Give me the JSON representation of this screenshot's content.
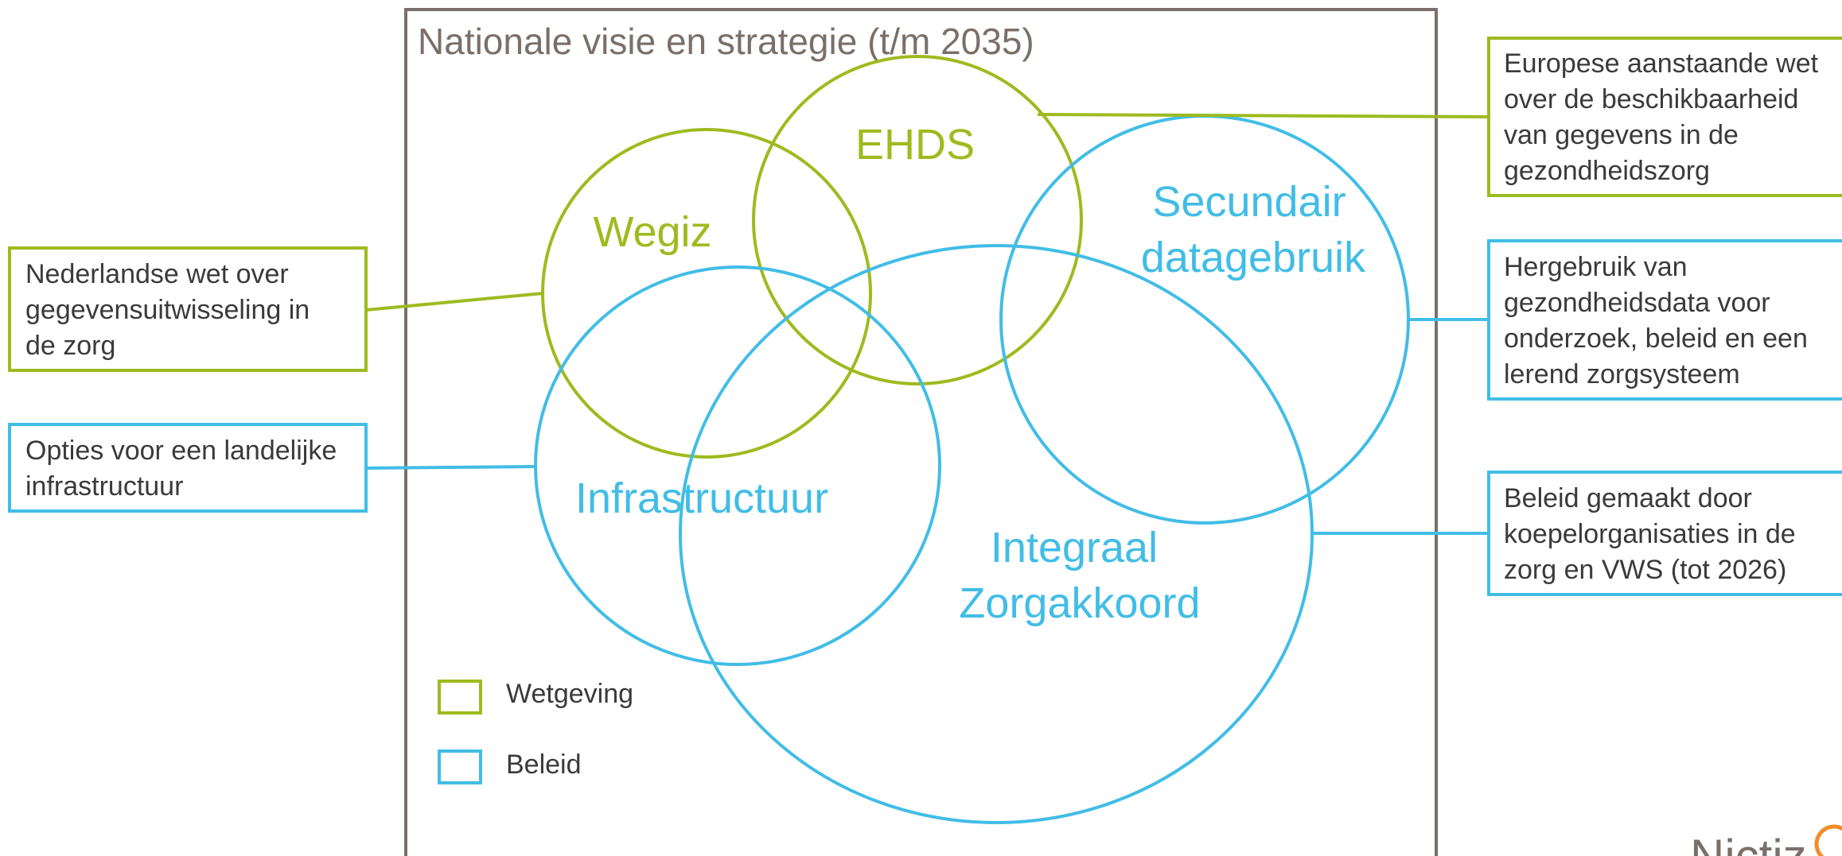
{
  "colors": {
    "wetgeving": "#9dbb1f",
    "beleid": "#41bde6",
    "frame": "#7a7069",
    "text": "#3a3a3a",
    "logo": "#7a7069",
    "logo_accent": "#f28c28"
  },
  "frame": {
    "title": "Nationale visie en strategie (t/m 2035)"
  },
  "circles": {
    "ehds": "EHDS",
    "wegiz": "Wegiz",
    "secundair": [
      "Secundair",
      "datagebruik"
    ],
    "infrastructuur": "Infrastructuur",
    "integraal": [
      "Integraal",
      "Zorgakkoord"
    ]
  },
  "callouts": {
    "wegiz": [
      "Nederlandse wet over",
      "gegevensuitwisseling in",
      "de zorg"
    ],
    "infrastructuur": [
      "Opties voor een landelijke",
      "infrastructuur"
    ],
    "ehds": [
      "Europese aanstaande wet",
      "over de beschikbaarheid",
      "van gegevens in de",
      "gezondheidszorg"
    ],
    "secundair": [
      "Hergebruik van",
      "gezondheidsdata voor",
      "onderzoek, beleid en een",
      "lerend zorgsysteem"
    ],
    "integraal": [
      "Beleid gemaakt door",
      "koepelorganisaties in de",
      "zorg en VWS (tot 2026)"
    ]
  },
  "legend": {
    "wetgeving": "Wetgeving",
    "beleid": "Beleid"
  },
  "logo": {
    "text": "Nictiz"
  }
}
